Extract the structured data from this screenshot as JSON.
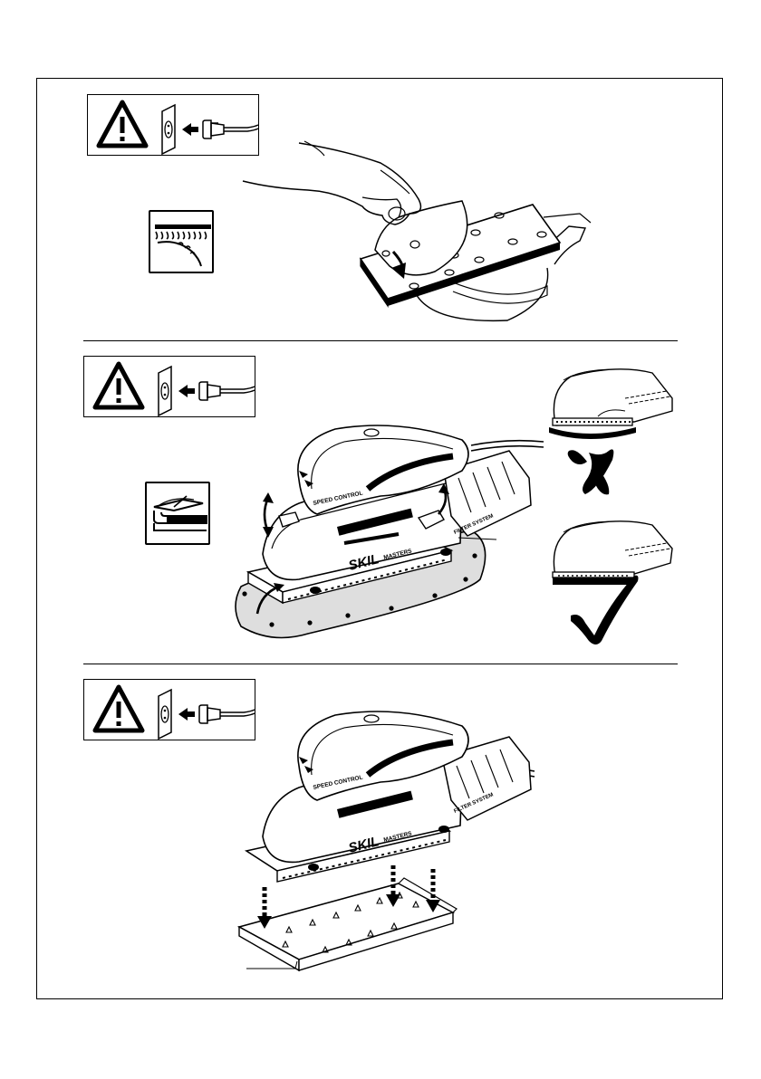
{
  "sections": [
    {
      "id": "attach-paper"
    },
    {
      "id": "attach-clamp"
    },
    {
      "id": "perforator"
    }
  ],
  "labels": {
    "speed_control": "SPEED CONTROL",
    "brand": "SKIL",
    "series": "MASTERS",
    "filter_system": "FILTER SYSTEM"
  },
  "colors": {
    "line": "#000000",
    "paper_fill": "#dedede",
    "background": "#ffffff"
  },
  "icons": [
    "warning-triangle-icon",
    "wall-socket-icon",
    "plug-icon",
    "velcro-hook-loop-icon",
    "clamp-paper-icon",
    "cross-mark-icon",
    "check-mark-icon"
  ]
}
